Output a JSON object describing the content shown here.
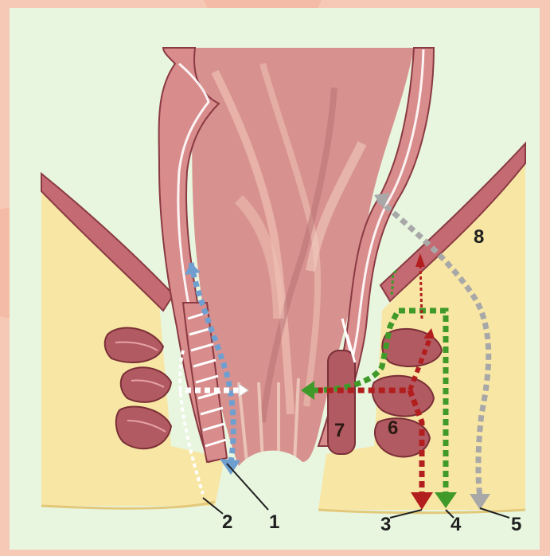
{
  "labels": {
    "n1": "1",
    "n2": "2",
    "n3": "3",
    "n4": "4",
    "n5": "5",
    "n6": "6",
    "n7": "7",
    "n8": "8"
  },
  "colors": {
    "frame": "#f6c9b6",
    "panel": "#e8f6e0",
    "fat_tissue": "#f8e6a4",
    "rectal_wall": "#d98c8c",
    "sphincter": "#b25a62",
    "path_1": "#6f9fd0",
    "path_2": "#ffffff",
    "path_3": "#b21e1e",
    "path_4": "#3f9a2a",
    "path_5": "#a8a8a8",
    "path_8": "#a8a8a8"
  }
}
